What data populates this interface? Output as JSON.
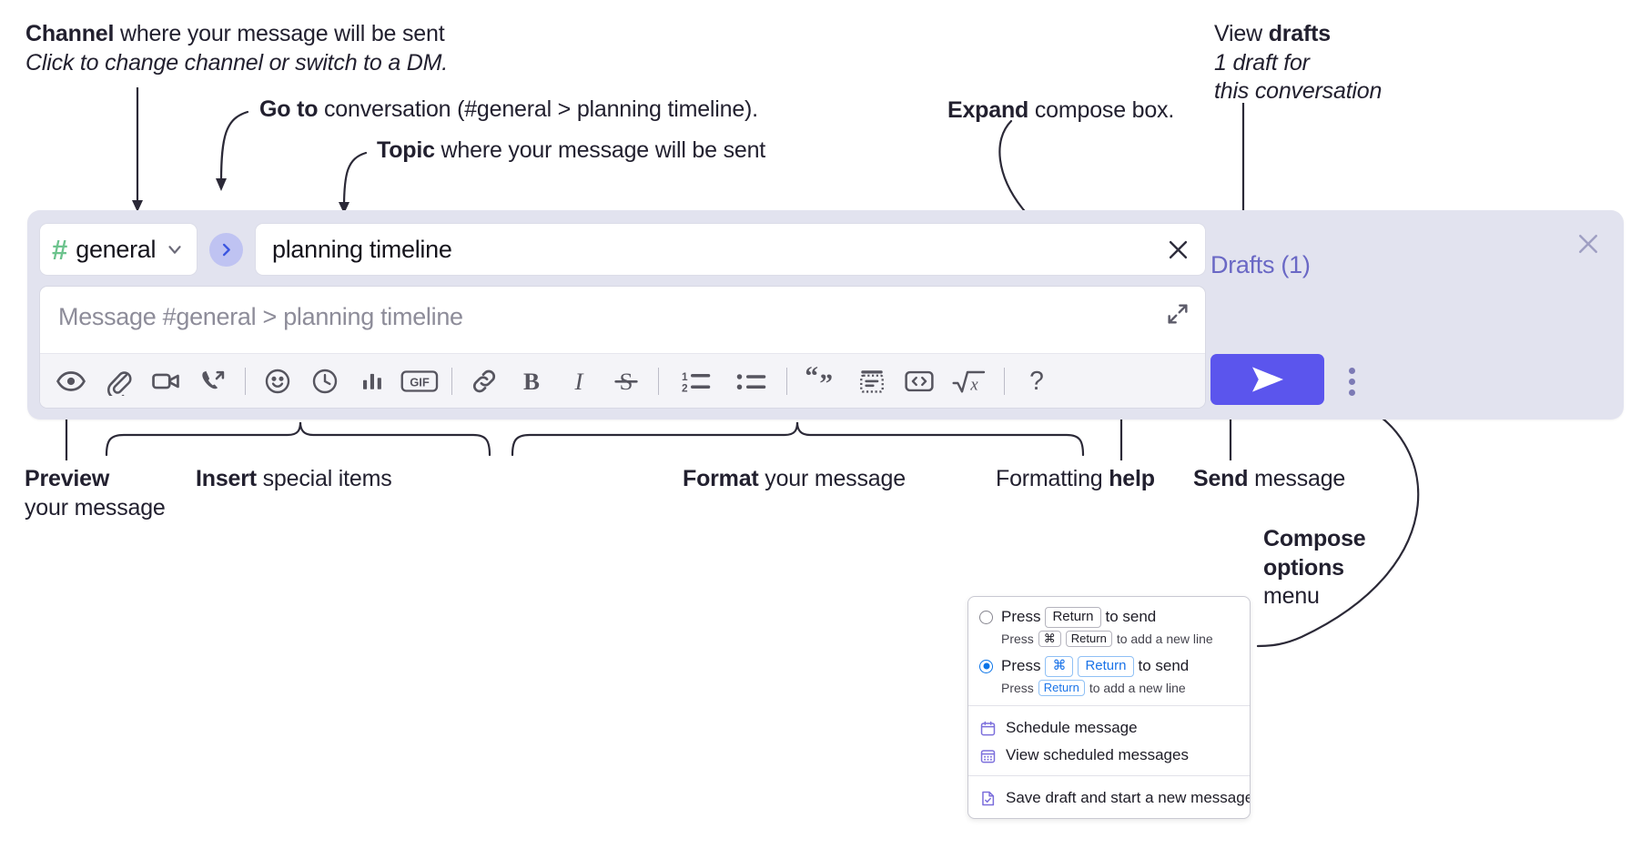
{
  "annotations": {
    "channel": {
      "line1_bold": "Channel",
      "line1_rest": " where your message will be sent",
      "line2_italic": "Click to change channel or switch to a DM."
    },
    "goto": {
      "bold": "Go to",
      "rest": " conversation (#general > planning timeline)."
    },
    "topic": {
      "bold": "Topic",
      "rest": " where your message will be sent"
    },
    "expand": {
      "bold": "Expand",
      "rest": " compose box."
    },
    "drafts": {
      "line1_rest": "View ",
      "line1_bold": "drafts",
      "line2_italic": "1 draft for",
      "line3_italic": "this conversation"
    },
    "preview": {
      "bold": "Preview",
      "rest": "your message"
    },
    "insert": {
      "bold": "Insert",
      "rest": " special items"
    },
    "format": {
      "bold": "Format",
      "rest": " your message"
    },
    "formatting_help": {
      "rest": "Formatting ",
      "bold": "help"
    },
    "send": {
      "bold": "Send",
      "rest": " message"
    },
    "compose_options": {
      "bold1": "Compose",
      "bold2": "options",
      "rest": "menu"
    }
  },
  "compose": {
    "channel": {
      "hash": "#",
      "name": "general",
      "chevron_icon": "chevron-down-icon"
    },
    "goto_button_icon": "chevron-right-icon",
    "topic": {
      "value": "planning timeline",
      "clear_icon": "close-icon"
    },
    "message": {
      "placeholder": "Message #general > planning timeline",
      "value": ""
    },
    "expand_icon": "expand-icon",
    "panel_close_icon": "close-icon",
    "drafts_label": "Drafts (1)",
    "send_label": "send-icon",
    "options_icon": "kebab-menu-icon",
    "toolbar": [
      {
        "name": "preview-icon",
        "label": "Preview"
      },
      {
        "name": "attachment-icon",
        "label": "Attach file"
      },
      {
        "name": "video-clip-icon",
        "label": "Record video clip"
      },
      {
        "name": "audio-clip-icon",
        "label": "Record audio clip"
      },
      {
        "separator": true
      },
      {
        "name": "emoji-icon",
        "label": "Emoji"
      },
      {
        "name": "clock-icon",
        "label": "Schedule"
      },
      {
        "name": "poll-icon",
        "label": "Poll"
      },
      {
        "name": "gif-icon",
        "label": "GIF"
      },
      {
        "separator": true
      },
      {
        "name": "link-icon",
        "label": "Link"
      },
      {
        "name": "bold-icon",
        "label": "B"
      },
      {
        "name": "italic-icon",
        "label": "I"
      },
      {
        "name": "strikethrough-icon",
        "label": "S"
      },
      {
        "separator": true
      },
      {
        "name": "ordered-list-icon",
        "label": "Ordered list"
      },
      {
        "name": "bulleted-list-icon",
        "label": "Bulleted list"
      },
      {
        "separator": true
      },
      {
        "name": "blockquote-icon",
        "label": "Blockquote"
      },
      {
        "name": "code-block-icon",
        "label": "Code block"
      },
      {
        "name": "inline-code-icon",
        "label": "Code"
      },
      {
        "name": "math-icon",
        "label": "Math"
      },
      {
        "separator": true
      },
      {
        "name": "help-icon",
        "label": "?"
      }
    ]
  },
  "compose_menu": {
    "options": [
      {
        "selected": false,
        "press": "Press",
        "keys": [
          "Return"
        ],
        "action": "to send",
        "sub_press": "Press",
        "sub_keys": [
          "⌘",
          "Return"
        ],
        "sub_action": "to add a new line"
      },
      {
        "selected": true,
        "press": "Press",
        "keys": [
          "⌘",
          "Return"
        ],
        "action": "to send",
        "sub_press": "Press",
        "sub_keys": [
          "Return"
        ],
        "sub_action": "to add a new line"
      }
    ],
    "items": [
      {
        "icon": "calendar-icon",
        "label": "Schedule message",
        "group": 1
      },
      {
        "icon": "calendar-grid-icon",
        "label": "View scheduled messages",
        "group": 1
      },
      {
        "icon": "draft-check-icon",
        "label": "Save draft and start a new message",
        "group": 2
      }
    ]
  },
  "colors": {
    "panel_bg": "#e2e3ef",
    "accent_purple": "#5b55ed",
    "drafts_text": "#6a68c5",
    "hash_green": "#6cc38d",
    "goto_circle": "#bfc3f2",
    "radio_blue": "#0a74e8",
    "menu_icon": "#7c6fdc",
    "text": "#22202f"
  }
}
